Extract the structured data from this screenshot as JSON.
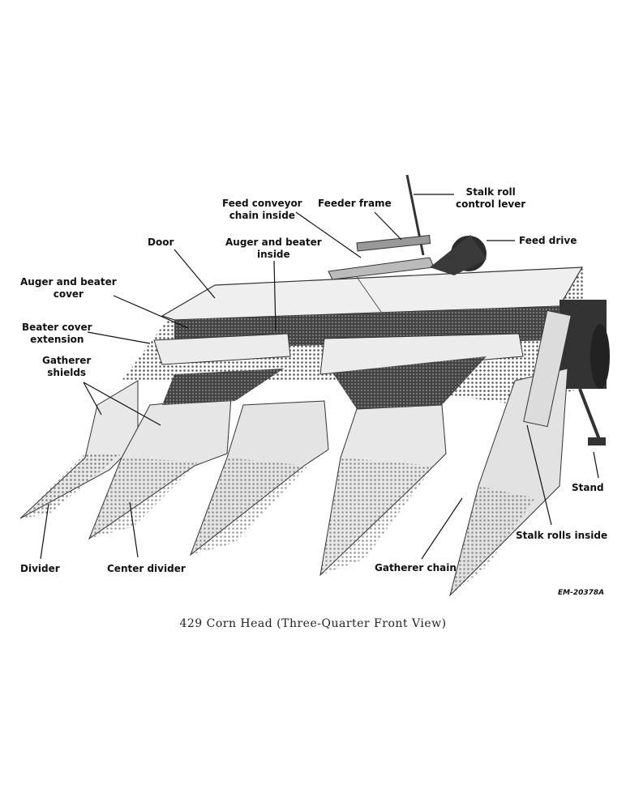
{
  "labels": {
    "stalk_roll_control_lever": [
      "Stalk roll",
      "control lever"
    ],
    "feed_conveyor_chain": [
      "Feed conveyor",
      "chain inside"
    ],
    "feeder_frame": "Feeder frame",
    "feed_drive": "Feed drive",
    "door": "Door",
    "auger_beater_inside": [
      "Auger and beater",
      "inside"
    ],
    "auger_beater_cover": [
      "Auger and beater",
      "cover"
    ],
    "beater_cover_extension": [
      "Beater cover",
      "extension"
    ],
    "gatherer_shields": [
      "Gatherer",
      "shields"
    ],
    "stand": "Stand",
    "stalk_rolls_inside": "Stalk rolls inside",
    "divider": "Divider",
    "center_divider": "Center divider",
    "gatherer_chain": "Gatherer chain"
  },
  "figure_code": "EM-20378A",
  "caption": "429 Corn Head (Three-Quarter Front View)",
  "colors": {
    "ink": "#111111",
    "shade_dark": "#2a2a2a",
    "shade_mid": "#8a8a8a",
    "shade_light": "#e4e4e4"
  }
}
